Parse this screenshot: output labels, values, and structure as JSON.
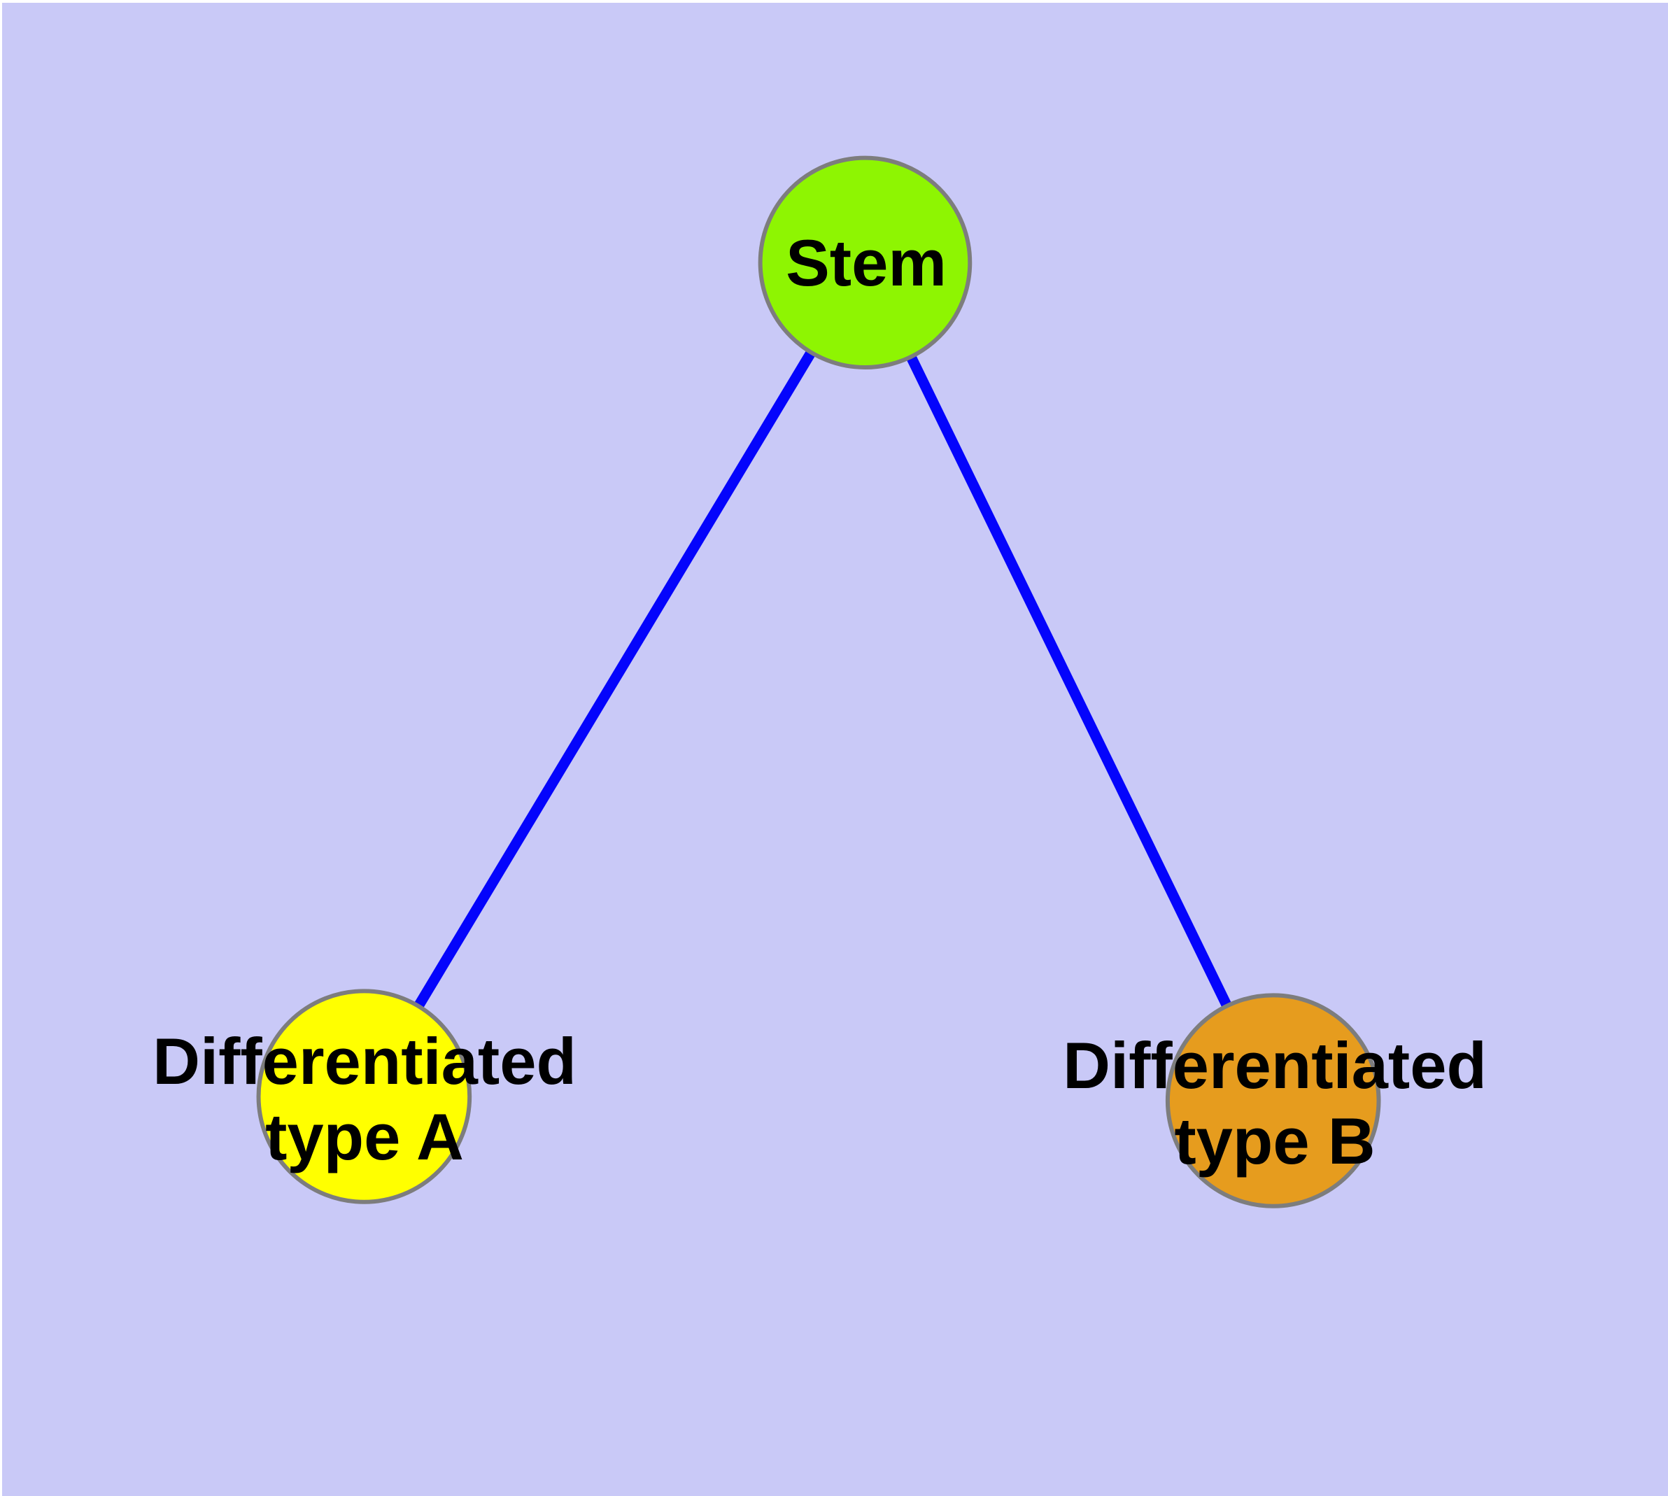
{
  "canvas": {
    "background_color": "#c9c9f7",
    "margin_color": "#ffffff"
  },
  "text_color": "#000000",
  "nodes": {
    "stem": {
      "label": "Stem",
      "fill": "#8ef502",
      "border_color": "#7d7d7d"
    },
    "type_a": {
      "label_line1": "Differentiated",
      "label_line2": "type A",
      "fill": "#ffff00",
      "border_color": "#7d7d7d"
    },
    "type_b": {
      "label_line1": "Differentiated",
      "label_line2": "type B",
      "fill": "#e69c1e",
      "border_color": "#7d7d7d"
    }
  },
  "edges": {
    "color": "#0404fc",
    "list": [
      {
        "from": "Stem",
        "to": "Differentiated type A"
      },
      {
        "from": "Stem",
        "to": "Differentiated type B"
      }
    ]
  }
}
